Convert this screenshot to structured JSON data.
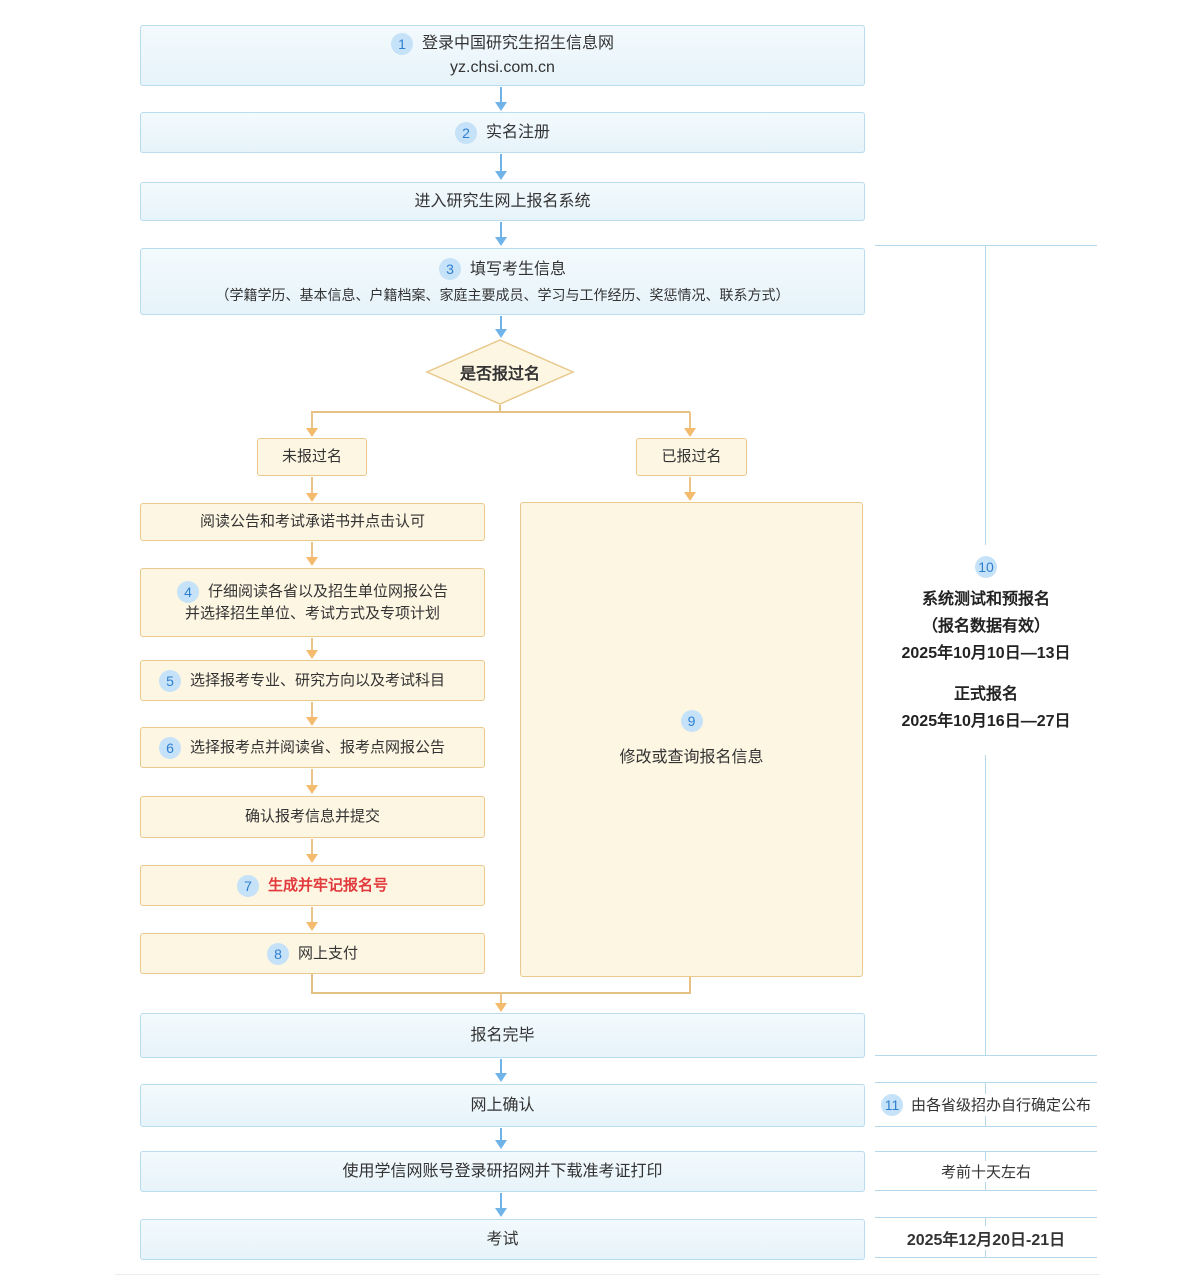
{
  "colors": {
    "accent_blue": "#6fb3e9",
    "accent_orange": "#f5bb6d",
    "highlight_red": "#e23a3c",
    "badge_bg": "#c5e2f8",
    "sidebar_line": "#b5d9ec"
  },
  "top_steps": [
    {
      "badge": "1",
      "line1": "登录中国研究生招生信息网",
      "line2": "yz.chsi.com.cn"
    },
    {
      "badge": "2",
      "label": "实名注册"
    },
    {
      "label": "进入研究生网上报名系统"
    },
    {
      "badge": "3",
      "label": "填写考生信息",
      "sub": "（学籍学历、基本信息、户籍档案、家庭主要成员、学习与工作经历、奖惩情况、联系方式）"
    }
  ],
  "decision": {
    "label": "是否报过名"
  },
  "branch_left": {
    "label": "未报过名"
  },
  "branch_right": {
    "label": "已报过名"
  },
  "left_steps": [
    {
      "label": "阅读公告和考试承诺书并点击认可"
    },
    {
      "badge": "4",
      "line1": "仔细阅读各省以及招生单位网报公告",
      "line2": "并选择招生单位、考试方式及专项计划"
    },
    {
      "badge": "5",
      "label": "选择报考专业、研究方向以及考试科目"
    },
    {
      "badge": "6",
      "label": "选择报考点并阅读省、报考点网报公告"
    },
    {
      "label": "确认报考信息并提交"
    },
    {
      "badge": "7",
      "label": "生成并牢记报名号"
    },
    {
      "badge": "8",
      "label": "网上支付"
    }
  ],
  "right_step": {
    "badge": "9",
    "label": "修改或查询报名信息"
  },
  "bottom_steps": [
    {
      "label": "报名完毕"
    },
    {
      "label": "网上确认"
    },
    {
      "label": "使用学信网账号登录研招网并下载准考证打印"
    },
    {
      "label": "考试"
    }
  ],
  "sidebar": {
    "badge10": "10",
    "block10_line1": "系统测试和预报名",
    "block10_line2": "（报名数据有效）",
    "block10_line3": "2025年10月10日—13日",
    "block10_line4": "正式报名",
    "block10_line5": "2025年10月16日—27日",
    "badge11": "11",
    "row11": "由各省级招办自行确定公布",
    "row12": "考前十天左右",
    "row13": "2025年12月20日-21日"
  }
}
